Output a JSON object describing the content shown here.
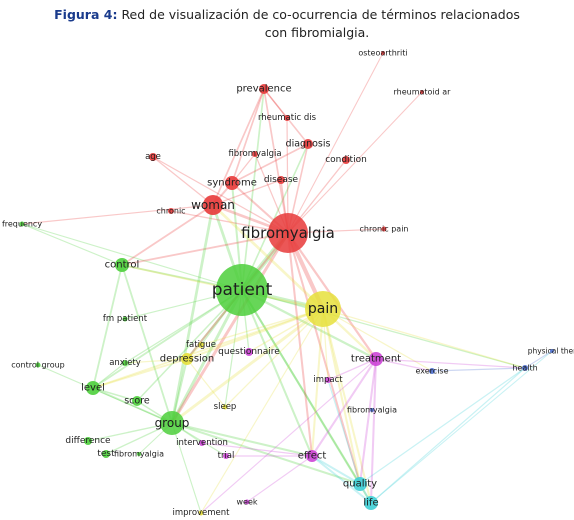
{
  "caption": {
    "figure_label": "Figura 4:",
    "line1": "Red de visualización de co-ocurrencia de términos relacionados",
    "line2": "con fibromialgia."
  },
  "cluster_colors": {
    "red": "#e83a3a",
    "green": "#4ccf3b",
    "yellow": "#e6e03c",
    "purple": "#cc44d6",
    "blue": "#4c6fd0",
    "cyan": "#3ecfd6"
  },
  "nodes": [
    {
      "id": "fibromyalgia_main",
      "label": "fibromyalgia",
      "cluster": "red",
      "weight": 1.0
    },
    {
      "id": "woman",
      "label": "woman",
      "cluster": "red",
      "weight": 0.45
    },
    {
      "id": "syndrome",
      "label": "syndrome",
      "cluster": "red",
      "weight": 0.3
    },
    {
      "id": "prevalence",
      "label": "prevalence",
      "cluster": "red",
      "weight": 0.22
    },
    {
      "id": "rheumatic_dis",
      "label": "rheumatic dis",
      "cluster": "red",
      "weight": 0.12
    },
    {
      "id": "diagnosis",
      "label": "diagnosis",
      "cluster": "red",
      "weight": 0.2
    },
    {
      "id": "fibromyalgia_small",
      "label": "fibromyalgia",
      "cluster": "red",
      "weight": 0.12
    },
    {
      "id": "age",
      "label": "age",
      "cluster": "red",
      "weight": 0.12
    },
    {
      "id": "disease",
      "label": "disease",
      "cluster": "red",
      "weight": 0.15
    },
    {
      "id": "condition",
      "label": "condition",
      "cluster": "red",
      "weight": 0.15
    },
    {
      "id": "chronic",
      "label": "chronic",
      "cluster": "red",
      "weight": 0.14
    },
    {
      "id": "chronic_pain",
      "label": "chronic pain",
      "cluster": "red",
      "weight": 0.1
    },
    {
      "id": "osteoarthritis",
      "label": "osteoarthriti",
      "cluster": "red",
      "weight": 0.08
    },
    {
      "id": "rheumatoid_ar",
      "label": "rheumatoid ar",
      "cluster": "red",
      "weight": 0.08
    },
    {
      "id": "patient",
      "label": "patient",
      "cluster": "green",
      "weight": 1.0
    },
    {
      "id": "group",
      "label": "group",
      "cluster": "green",
      "weight": 0.5
    },
    {
      "id": "control",
      "label": "control",
      "cluster": "green",
      "weight": 0.25
    },
    {
      "id": "level",
      "label": "level",
      "cluster": "green",
      "weight": 0.25
    },
    {
      "id": "score",
      "label": "score",
      "cluster": "green",
      "weight": 0.18
    },
    {
      "id": "difference",
      "label": "difference",
      "cluster": "green",
      "weight": 0.15
    },
    {
      "id": "test",
      "label": "test",
      "cluster": "green",
      "weight": 0.15
    },
    {
      "id": "fm_patient",
      "label": "fm patient",
      "cluster": "green",
      "weight": 0.1
    },
    {
      "id": "frequency",
      "label": "frequency",
      "cluster": "green",
      "weight": 0.1
    },
    {
      "id": "control_group",
      "label": "control group",
      "cluster": "green",
      "weight": 0.1
    },
    {
      "id": "anxiety",
      "label": "anxiety",
      "cluster": "green",
      "weight": 0.12
    },
    {
      "id": "fibromyalgia_green",
      "label": "fibromyalgia",
      "cluster": "green",
      "weight": 0.08
    },
    {
      "id": "pain",
      "label": "pain",
      "cluster": "yellow",
      "weight": 0.75
    },
    {
      "id": "depression",
      "label": "depression",
      "cluster": "yellow",
      "weight": 0.3
    },
    {
      "id": "fatigue",
      "label": "fatigue",
      "cluster": "yellow",
      "weight": 0.15
    },
    {
      "id": "sleep",
      "label": "sleep",
      "cluster": "yellow",
      "weight": 0.12
    },
    {
      "id": "improvement",
      "label": "improvement",
      "cluster": "yellow",
      "weight": 0.1
    },
    {
      "id": "questionnaire",
      "label": "questionnaire",
      "cluster": "purple",
      "weight": 0.15
    },
    {
      "id": "treatment",
      "label": "treatment",
      "cluster": "purple",
      "weight": 0.35
    },
    {
      "id": "effect",
      "label": "effect",
      "cluster": "purple",
      "weight": 0.3
    },
    {
      "id": "impact",
      "label": "impact",
      "cluster": "purple",
      "weight": 0.12
    },
    {
      "id": "intervention",
      "label": "intervention",
      "cluster": "purple",
      "weight": 0.12
    },
    {
      "id": "trial",
      "label": "trial",
      "cluster": "purple",
      "weight": 0.12
    },
    {
      "id": "week",
      "label": "week",
      "cluster": "purple",
      "weight": 0.1
    },
    {
      "id": "exercise",
      "label": "exercise",
      "cluster": "blue",
      "weight": 0.12
    },
    {
      "id": "health",
      "label": "health",
      "cluster": "blue",
      "weight": 0.12
    },
    {
      "id": "physical_ther",
      "label": "physical ther",
      "cluster": "blue",
      "weight": 0.08
    },
    {
      "id": "fibromyalgia_blue",
      "label": "fibromyalgia",
      "cluster": "blue",
      "weight": 0.08
    },
    {
      "id": "quality",
      "label": "quality",
      "cluster": "cyan",
      "weight": 0.3
    },
    {
      "id": "life",
      "label": "life",
      "cluster": "cyan",
      "weight": 0.3
    }
  ],
  "edges": [
    [
      "patient",
      "fibromyalgia_main"
    ],
    [
      "patient",
      "pain"
    ],
    [
      "patient",
      "group"
    ],
    [
      "patient",
      "control"
    ],
    [
      "patient",
      "woman"
    ],
    [
      "patient",
      "syndrome"
    ],
    [
      "patient",
      "depression"
    ],
    [
      "patient",
      "level"
    ],
    [
      "patient",
      "treatment"
    ],
    [
      "patient",
      "quality"
    ],
    [
      "patient",
      "life"
    ],
    [
      "patient",
      "effect"
    ],
    [
      "patient",
      "score"
    ],
    [
      "patient",
      "fatigue"
    ],
    [
      "patient",
      "questionnaire"
    ],
    [
      "patient",
      "frequency"
    ],
    [
      "patient",
      "anxiety"
    ],
    [
      "patient",
      "sleep"
    ],
    [
      "patient",
      "prevalence"
    ],
    [
      "patient",
      "diagnosis"
    ],
    [
      "patient",
      "fm_patient"
    ],
    [
      "patient",
      "health"
    ],
    [
      "fibromyalgia_main",
      "pain"
    ],
    [
      "fibromyalgia_main",
      "woman"
    ],
    [
      "fibromyalgia_main",
      "syndrome"
    ],
    [
      "fibromyalgia_main",
      "prevalence"
    ],
    [
      "fibromyalgia_main",
      "diagnosis"
    ],
    [
      "fibromyalgia_main",
      "disease"
    ],
    [
      "fibromyalgia_main",
      "condition"
    ],
    [
      "fibromyalgia_main",
      "age"
    ],
    [
      "fibromyalgia_main",
      "rheumatic_dis"
    ],
    [
      "fibromyalgia_main",
      "osteoarthritis"
    ],
    [
      "fibromyalgia_main",
      "rheumatoid_ar"
    ],
    [
      "fibromyalgia_main",
      "chronic_pain"
    ],
    [
      "fibromyalgia_main",
      "control"
    ],
    [
      "fibromyalgia_main",
      "group"
    ],
    [
      "fibromyalgia_main",
      "treatment"
    ],
    [
      "fibromyalgia_main",
      "quality"
    ],
    [
      "fibromyalgia_main",
      "effect"
    ],
    [
      "fibromyalgia_main",
      "fibromyalgia_small"
    ],
    [
      "fibromyalgia_main",
      "depression"
    ],
    [
      "fibromyalgia_main",
      "chronic"
    ],
    [
      "woman",
      "syndrome"
    ],
    [
      "woman",
      "prevalence"
    ],
    [
      "woman",
      "age"
    ],
    [
      "woman",
      "control"
    ],
    [
      "woman",
      "frequency"
    ],
    [
      "woman",
      "pain"
    ],
    [
      "woman",
      "group"
    ],
    [
      "woman",
      "disease"
    ],
    [
      "syndrome",
      "prevalence"
    ],
    [
      "syndrome",
      "diagnosis"
    ],
    [
      "syndrome",
      "fibromyalgia_small"
    ],
    [
      "prevalence",
      "rheumatic_dis"
    ],
    [
      "prevalence",
      "diagnosis"
    ],
    [
      "pain",
      "treatment"
    ],
    [
      "pain",
      "quality"
    ],
    [
      "pain",
      "life"
    ],
    [
      "pain",
      "effect"
    ],
    [
      "pain",
      "depression"
    ],
    [
      "pain",
      "group"
    ],
    [
      "pain",
      "control"
    ],
    [
      "pain",
      "level"
    ],
    [
      "pain",
      "fatigue"
    ],
    [
      "pain",
      "sleep"
    ],
    [
      "pain",
      "impact"
    ],
    [
      "pain",
      "exercise"
    ],
    [
      "pain",
      "health"
    ],
    [
      "pain",
      "questionnaire"
    ],
    [
      "pain",
      "improvement"
    ],
    [
      "group",
      "control"
    ],
    [
      "group",
      "level"
    ],
    [
      "group",
      "score"
    ],
    [
      "group",
      "difference"
    ],
    [
      "group",
      "test"
    ],
    [
      "group",
      "effect"
    ],
    [
      "group",
      "quality"
    ],
    [
      "group",
      "intervention"
    ],
    [
      "group",
      "trial"
    ],
    [
      "group",
      "depression"
    ],
    [
      "group",
      "fibromyalgia_green"
    ],
    [
      "group",
      "improvement"
    ],
    [
      "group",
      "control_group"
    ],
    [
      "control",
      "level"
    ],
    [
      "control",
      "frequency"
    ],
    [
      "level",
      "score"
    ],
    [
      "level",
      "anxiety"
    ],
    [
      "level",
      "depression"
    ],
    [
      "treatment",
      "quality"
    ],
    [
      "treatment",
      "life"
    ],
    [
      "treatment",
      "effect"
    ],
    [
      "treatment",
      "exercise"
    ],
    [
      "treatment",
      "health"
    ],
    [
      "treatment",
      "impact"
    ],
    [
      "treatment",
      "improvement"
    ],
    [
      "quality",
      "life"
    ],
    [
      "quality",
      "health"
    ],
    [
      "quality",
      "effect"
    ],
    [
      "quality",
      "impact"
    ],
    [
      "life",
      "health"
    ],
    [
      "life",
      "physical_ther"
    ],
    [
      "life",
      "effect"
    ],
    [
      "effect",
      "trial"
    ],
    [
      "effect",
      "intervention"
    ],
    [
      "effect",
      "week"
    ],
    [
      "depression",
      "anxiety"
    ],
    [
      "depression",
      "fatigue"
    ],
    [
      "depression",
      "sleep"
    ],
    [
      "health",
      "physical_ther"
    ],
    [
      "exercise",
      "health"
    ]
  ]
}
